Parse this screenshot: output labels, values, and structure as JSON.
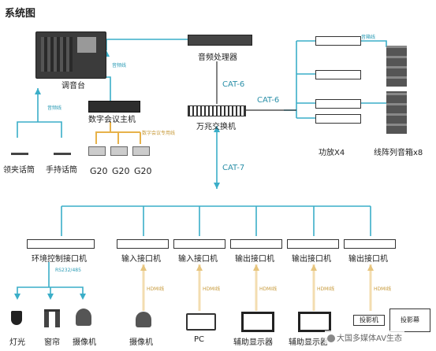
{
  "title": "系统图",
  "labels": {
    "mixer": "调音台",
    "dsp": "音频处理器",
    "conf_host": "数字会议主机",
    "switch": "万兆交换机",
    "amp": "功放X4",
    "speaker": "线阵列音箱x8",
    "lavalier": "领夹话筒",
    "handheld": "手持话筒",
    "g20": "G20",
    "env_ctrl": "环境控制接口机",
    "in1": "输入接口机",
    "in2": "输入接口机",
    "out1": "输出接口机",
    "out2": "输出接口机",
    "out3": "输出接口机",
    "light": "灯光",
    "curtain": "窗帘",
    "camera1": "摄像机",
    "camera2": "摄像机",
    "pc": "PC",
    "aux1": "辅助显示器",
    "aux2": "辅助显示器",
    "projector": "投影机",
    "screen": "投影幕"
  },
  "links": {
    "cat6_a": "CAT-6",
    "cat6_b": "CAT-6",
    "cat7": "CAT-7",
    "audio_line_a": "音频线",
    "audio_line_b": "音频线",
    "conf_cable": "数字会议专用线",
    "speaker_line": "音箱线",
    "rs232": "RS232/485",
    "hdmi1": "HDMI线",
    "hdmi2": "HDMI线",
    "hdmi3": "HDMI线",
    "hdmi4": "HDMI线",
    "hdmi5": "HDMI线"
  },
  "watermark": "大国多媒体AV生态"
}
